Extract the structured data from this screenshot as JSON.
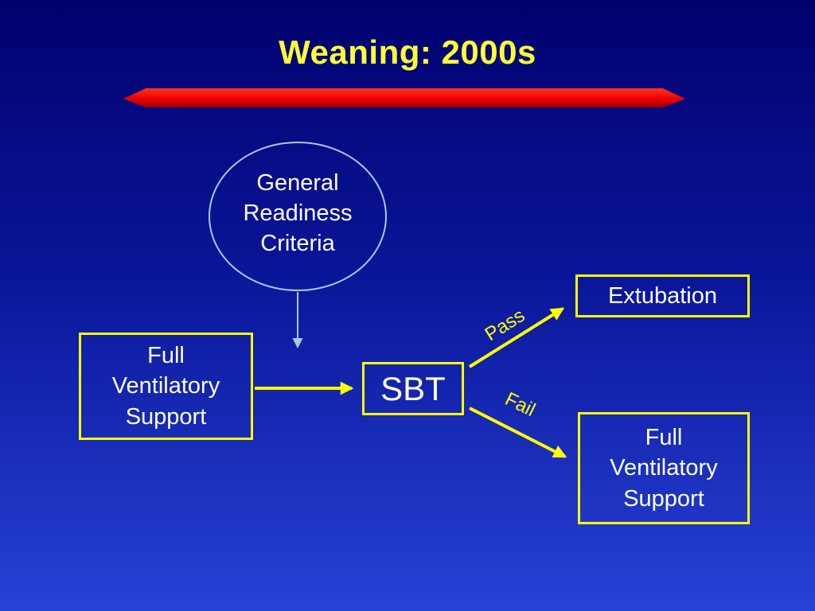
{
  "slide": {
    "title": "Weaning: 2000s",
    "colors": {
      "background_top": "#01016e",
      "background_bottom": "#2742d6",
      "title_yellow": "#ffff33",
      "shape_yellow": "#ffff00",
      "divider_red": "#ee0000",
      "ellipse_stroke": "#a8c8e8",
      "text_white": "#ffffff"
    },
    "diagram": {
      "readiness_circle": {
        "line1": "General",
        "line2": "Readiness",
        "line3": "Criteria"
      },
      "full_support_left": {
        "line1": "Full",
        "line2": "Ventilatory",
        "line3": "Support"
      },
      "sbt_box": {
        "label": "SBT"
      },
      "extubation_box": {
        "label": "Extubation"
      },
      "full_support_right": {
        "line1": "Full",
        "line2": "Ventilatory",
        "line3": "Support"
      },
      "pass_label": "Pass",
      "fail_label": "Fail"
    }
  }
}
